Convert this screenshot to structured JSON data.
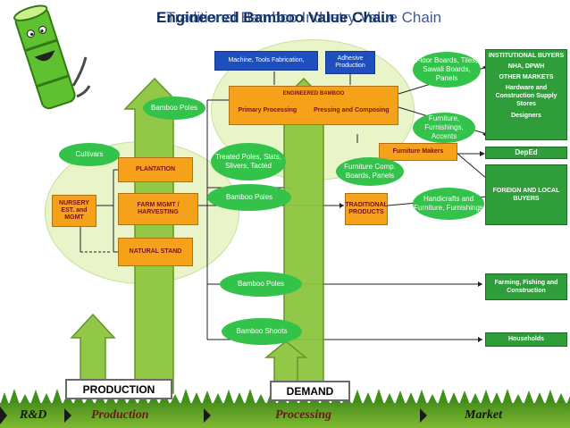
{
  "title": {
    "primary": "Engineered Bamboo Value Chain",
    "overlay": "Traditional Bamboo Industry Value Chain"
  },
  "production_cluster": {
    "cultivars": "Cultivars",
    "plantation": "PLANTATION",
    "nursery": "NURSERY EST. and MGMT",
    "farm_mgmt": "FARM MGMT / HARVESTING",
    "natural_stand": "NATURAL STAND"
  },
  "processing_cluster": {
    "machine": "Machine, Tools Fabrication,",
    "adhesive": "Adhesive Production",
    "engineered_bamboo": "ENGINEERED BAMBOO",
    "primary_processing": "Primary Processing",
    "pressing": "Pressing and Composing",
    "furniture_makers": "Furniture Makers",
    "traditional_products": "TRADITIONAL PRODUCTS"
  },
  "flow_items": {
    "bamboo_poles_top": "Bamboo Poles",
    "treated_poles": "Treated Poles, Slats, Slivers, Tacted",
    "bamboo_poles_mid": "Bamboo Poles",
    "bamboo_poles_low": "Bamboo Poles",
    "bamboo_shoots": "Bamboo Shoots",
    "floor_boards": "Floor Boards, Tiles, Sawali Boards, Panels",
    "furniture": "Furniture, Furnishings, Accents",
    "furniture_comp": "Furniture Comp. Boards, Panels",
    "handicrafts": "Handicrafts and Furniture, Furnishings"
  },
  "market": {
    "institutional": [
      "INSTITUTIONAL BUYERS",
      "NHA, DPWH",
      "OTHER MARKETS",
      "Hardware and Construction Supply Stores",
      "Designers"
    ],
    "deped": "DepEd",
    "foreign": "FOREIGN AND LOCAL BUYERS",
    "farming": "Farming, Fishing and Construction",
    "households": "Households"
  },
  "labels": {
    "production": "PRODUCTION",
    "demand": "DEMAND"
  },
  "stages": {
    "rd": "R&D",
    "production": "Production",
    "processing": "Processing",
    "market": "Market"
  },
  "colors": {
    "orange": "#f5a21a",
    "blue": "#1f4fbf",
    "green": "#33c24a",
    "dark_green": "#2f9e3a",
    "ellipse": "#e9f5c8"
  }
}
